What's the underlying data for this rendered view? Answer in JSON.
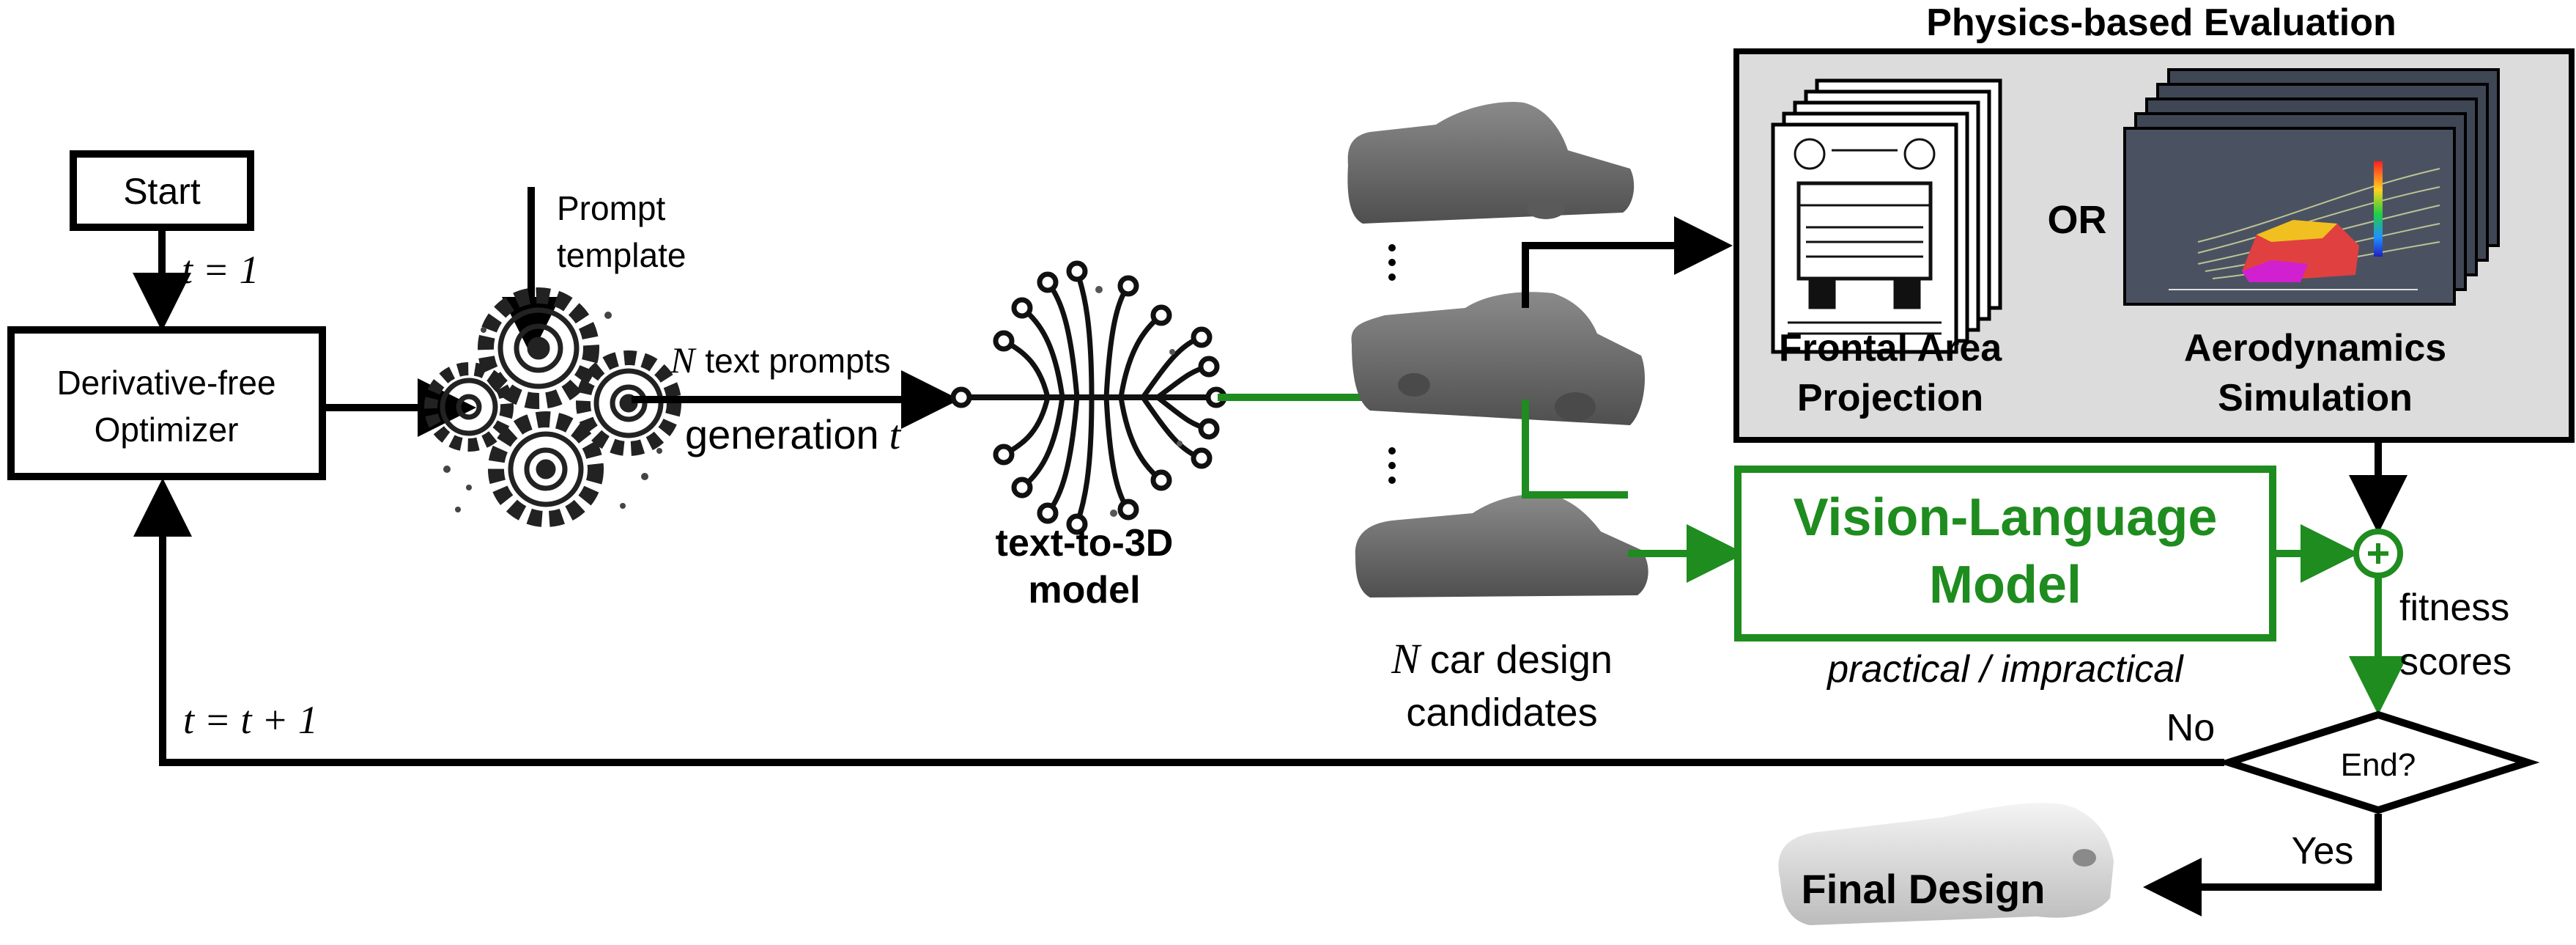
{
  "title": "Physics-based Evaluation",
  "nodes": {
    "start": "Start",
    "optimizer_line1": "Derivative-free",
    "optimizer_line2": "Optimizer",
    "prompt_line1": "Prompt",
    "prompt_line2": "template",
    "text_prompts_var": "N",
    "text_prompts": "text prompts",
    "generation": "generation",
    "generation_var": "t",
    "t3d_line1": "text-to-3D",
    "t3d_line2": "model",
    "cand_var": "N",
    "cand_line1": "car design",
    "cand_line2": "candidates",
    "frontal_line1": "Frontal Area",
    "frontal_line2": "Projection",
    "or": "OR",
    "aero_line1": "Aerodynamics",
    "aero_line2": "Simulation",
    "vlm_line1": "Vision-Language",
    "vlm_line2": "Model",
    "vlm_caption": "practical / impractical",
    "fitness_line1": "fitness",
    "fitness_line2": "scores",
    "end": "End?",
    "no": "No",
    "yes": "Yes",
    "final": "Final Design",
    "t_init": "t = 1",
    "t_update": "t = t + 1"
  },
  "colors": {
    "black": "#000000",
    "green": "#1e8c1e",
    "panel": "#dcdcdc",
    "car": "#6b6b6b"
  },
  "icons": [
    "gears-icon",
    "neural-tree-icon",
    "car-mesh-icon",
    "blueprint-icon",
    "cfd-icon",
    "plus-circle-icon"
  ]
}
